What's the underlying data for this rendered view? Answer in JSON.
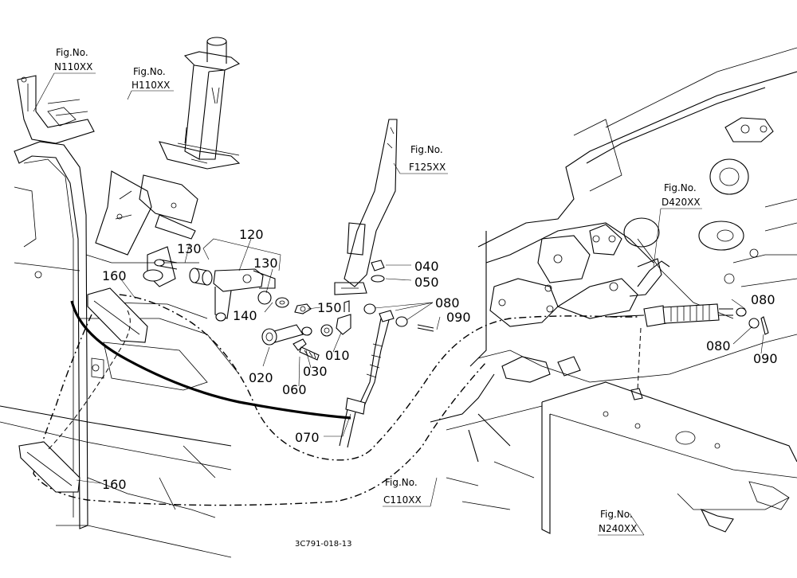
{
  "diagram_code": "3C791-018-13",
  "figure_refs": [
    {
      "id": "n110",
      "label": "Fig.No.",
      "number": "N110XX"
    },
    {
      "id": "h110",
      "label": "Fig.No.",
      "number": "H110XX"
    },
    {
      "id": "f125",
      "label": "Fig.No.",
      "number": "F125XX"
    },
    {
      "id": "d420",
      "label": "Fig.No.",
      "number": "D420XX"
    },
    {
      "id": "c110",
      "label": "Fig.No.",
      "number": "C110XX"
    },
    {
      "id": "n240",
      "label": "Fig.No.",
      "number": "N240XX"
    }
  ],
  "callouts": {
    "p120": "120",
    "p130a": "130",
    "p130b": "130",
    "p160a": "160",
    "p160b": "160",
    "p140": "140",
    "p150": "150",
    "p040": "040",
    "p050": "050",
    "p080a": "080",
    "p080b": "080",
    "p080c": "080",
    "p090a": "090",
    "p090b": "090",
    "p010": "010",
    "p020": "020",
    "p030": "030",
    "p060": "060",
    "p070": "070"
  }
}
